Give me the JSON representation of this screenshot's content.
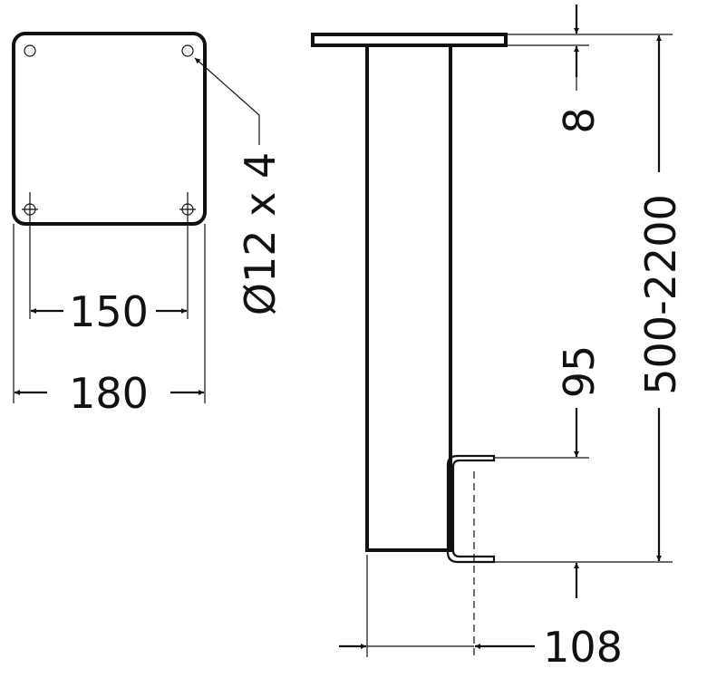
{
  "dimensions": {
    "hole_spec": "Ø12 x 4",
    "hole_spacing": "150",
    "plate_width": "180",
    "flange_thickness": "8",
    "height_range": "500-2200",
    "bracket_height": "95",
    "bracket_depth": "108"
  },
  "colors": {
    "line": "#111111",
    "background": "#ffffff"
  }
}
